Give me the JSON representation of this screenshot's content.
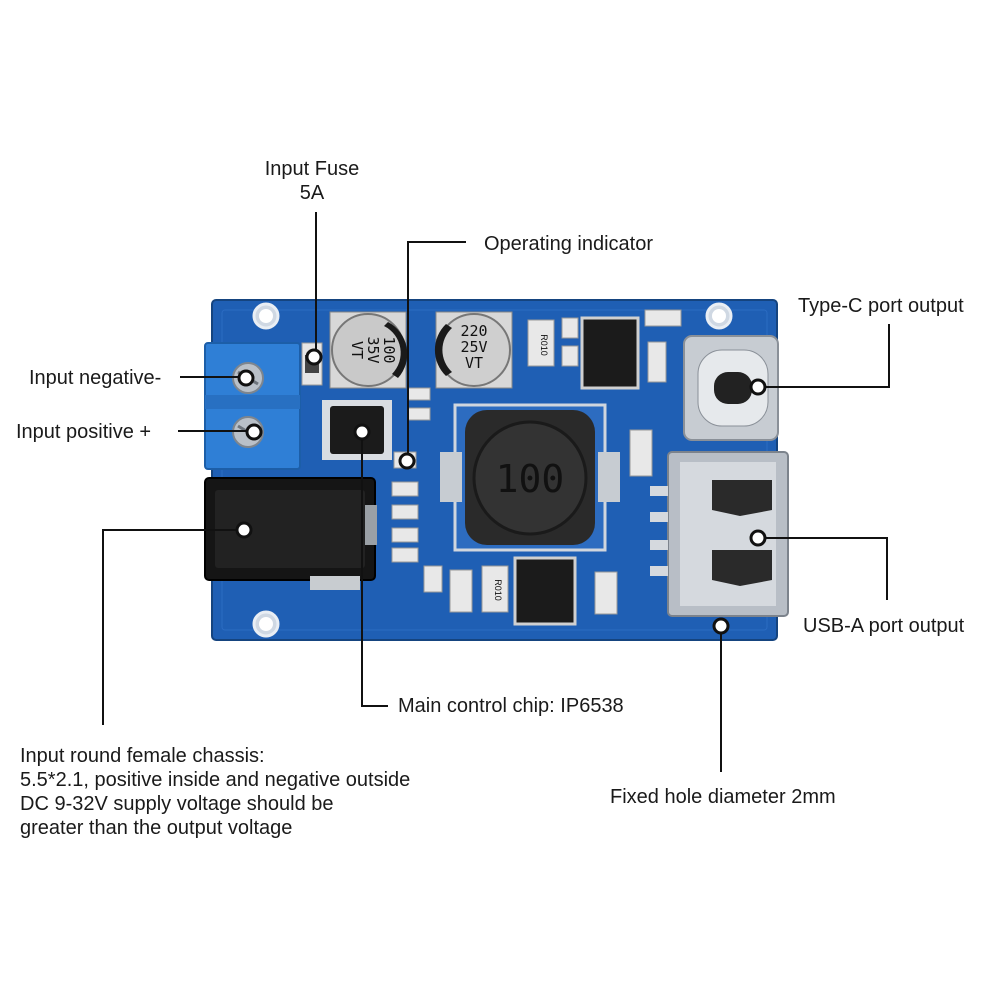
{
  "labels": {
    "input_fuse_line1": "Input Fuse",
    "input_fuse_line2": "5A",
    "operating_indicator": "Operating indicator",
    "type_c_output": "Type-C port output",
    "input_negative": "Input negative-",
    "input_positive": "Input positive +",
    "usb_a_output": "USB-A port output",
    "main_control_chip": "Main control chip: IP6538",
    "fixed_hole": "Fixed hole diameter 2mm",
    "dc_jack_lines": [
      "Input round female chassis:",
      "5.5*2.1, positive inside and negative outside",
      "DC 9-32V supply voltage should be",
      "greater than the output voltage"
    ]
  },
  "components": {
    "cap1": [
      "100",
      "35V",
      "VT"
    ],
    "cap2": [
      "220",
      "25V",
      "VT"
    ],
    "inductor": "100",
    "resistor_code": "R010"
  },
  "colors": {
    "pcb": "#1f5fb4",
    "pcb_dark": "#174c94",
    "terminal": "#2f7fd6",
    "leader": "#111111",
    "text": "#1a1a1a"
  }
}
